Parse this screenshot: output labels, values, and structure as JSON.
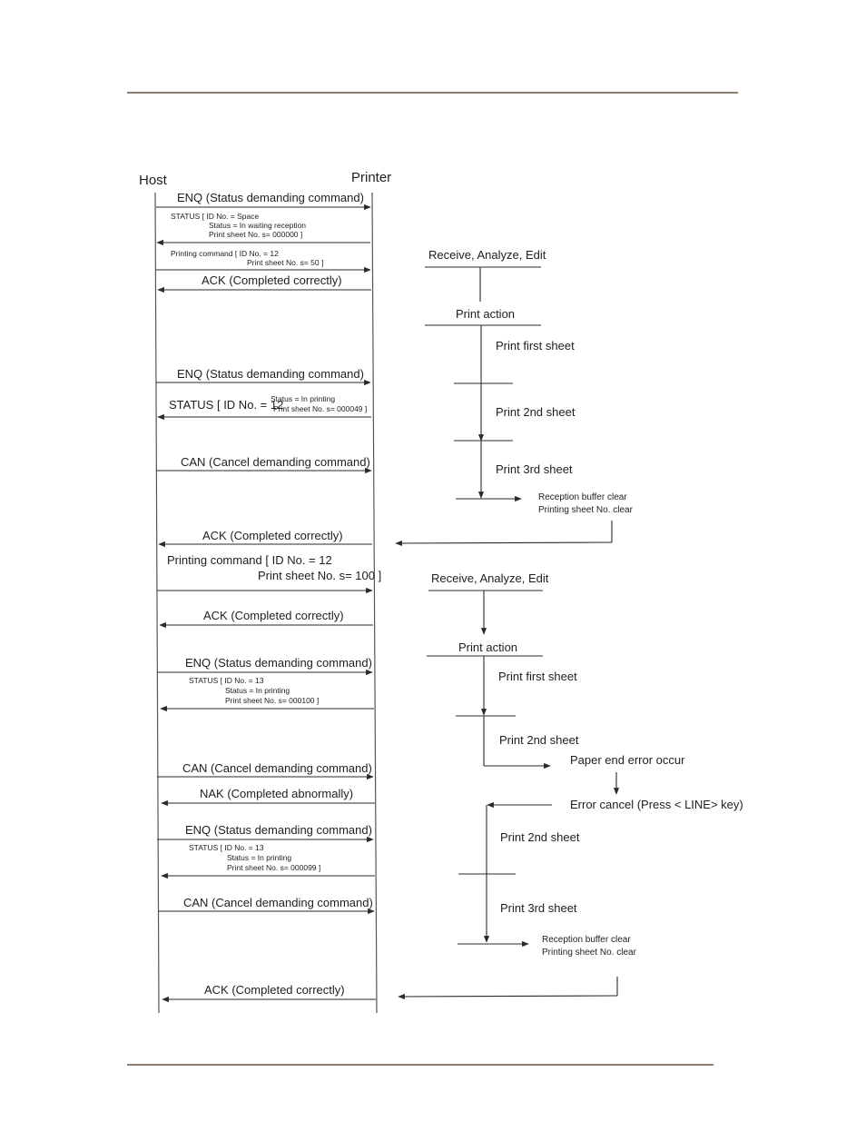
{
  "header": {
    "host": "Host",
    "printer": "Printer"
  },
  "msgs": {
    "m1": "ENQ (Status demanding command)",
    "m2a": "STATUS [ ID No. = Space",
    "m2b": "Status = In waiting reception",
    "m2c": "Print sheet No. s= 000000 ]",
    "m3a": "Printing command [ ID No. = 12",
    "m3b": "Print sheet No. s= 50 ]",
    "m4": "ACK (Completed correctly)",
    "m5": "ENQ (Status demanding command)",
    "m6a": "STATUS [ ID No. = 12",
    "m6b": "Status = In printing",
    "m6c": "Print sheet No. s= 000049 ]",
    "m7": "CAN (Cancel demanding command)",
    "m8": "ACK (Completed correctly)",
    "m9a": "Printing command [ ID No. = 12",
    "m9b": "Print sheet No. s= 100 ]",
    "m10": "ACK (Completed correctly)",
    "m11": "ENQ (Status demanding command)",
    "m12a": "STATUS [ ID No. = 13",
    "m12b": "Status = In printing",
    "m12c": "Print sheet No. s= 000100 ]",
    "m13": "CAN (Cancel demanding command)",
    "m14": "NAK (Completed abnormally)",
    "m15": "ENQ (Status demanding command)",
    "m16a": "STATUS [ ID No. = 13",
    "m16b": "Status = In printing",
    "m16c": "Print sheet No. s= 000099 ]",
    "m17": "CAN (Cancel demanding command)",
    "m18": "ACK (Completed correctly)"
  },
  "proc": {
    "p1": "Receive, Analyze, Edit",
    "p2": "Print action",
    "p3": "Print first sheet",
    "p4": "Print 2nd sheet",
    "p5": "Print 3rd sheet",
    "p6a": "Reception buffer clear",
    "p6b": "Printing sheet No. clear",
    "p7": "Receive, Analyze, Edit",
    "p8": "Print action",
    "p9": "Print first sheet",
    "p10": "Print 2nd sheet",
    "p11": "Paper end error occur",
    "p12": "Error cancel (Press < LINE> key)",
    "p13": "Print 2nd sheet",
    "p14": "Print 3rd sheet",
    "p15a": "Reception buffer clear",
    "p15b": "Printing sheet No. clear"
  }
}
